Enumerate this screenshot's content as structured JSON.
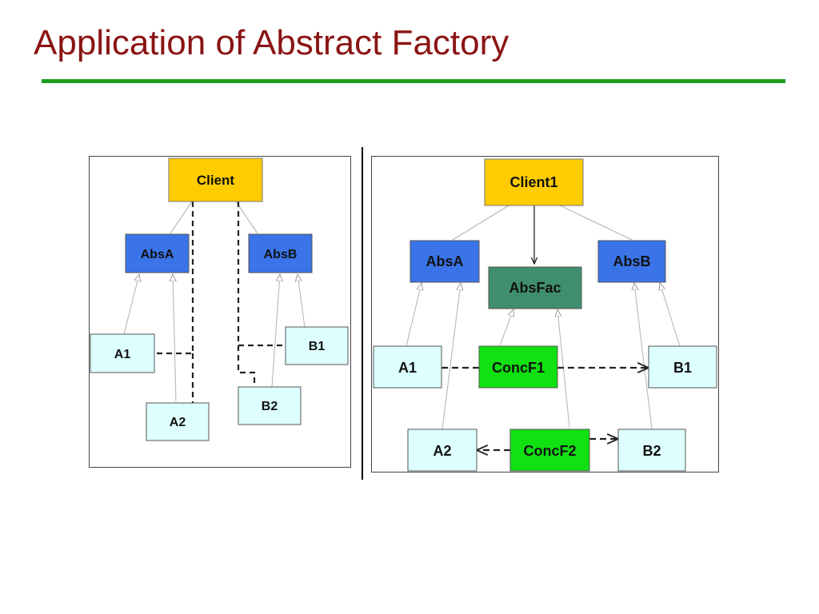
{
  "slide": {
    "title": "Application of Abstract Factory",
    "title_color": "#8B1414",
    "rule_color": "#1E9E1E"
  },
  "colors": {
    "client": "#FFCC00",
    "abstract": "#3A74E8",
    "factory_abstract": "#3F8F6E",
    "factory_concrete": "#11E011",
    "concrete_product": "#DDFFFF",
    "edge": "#222222",
    "inherit_edge": "#B0B0B0"
  },
  "left_diagram": {
    "nodes": {
      "client": "Client",
      "absA": "AbsA",
      "absB": "AbsB",
      "a1": "A1",
      "a2": "A2",
      "b1": "B1",
      "b2": "B2"
    }
  },
  "right_diagram": {
    "nodes": {
      "client": "Client1",
      "absA": "AbsA",
      "absB": "AbsB",
      "absFac": "AbsFac",
      "concF1": "ConcF1",
      "concF2": "ConcF2",
      "a1": "A1",
      "a2": "A2",
      "b1": "B1",
      "b2": "B2"
    }
  }
}
